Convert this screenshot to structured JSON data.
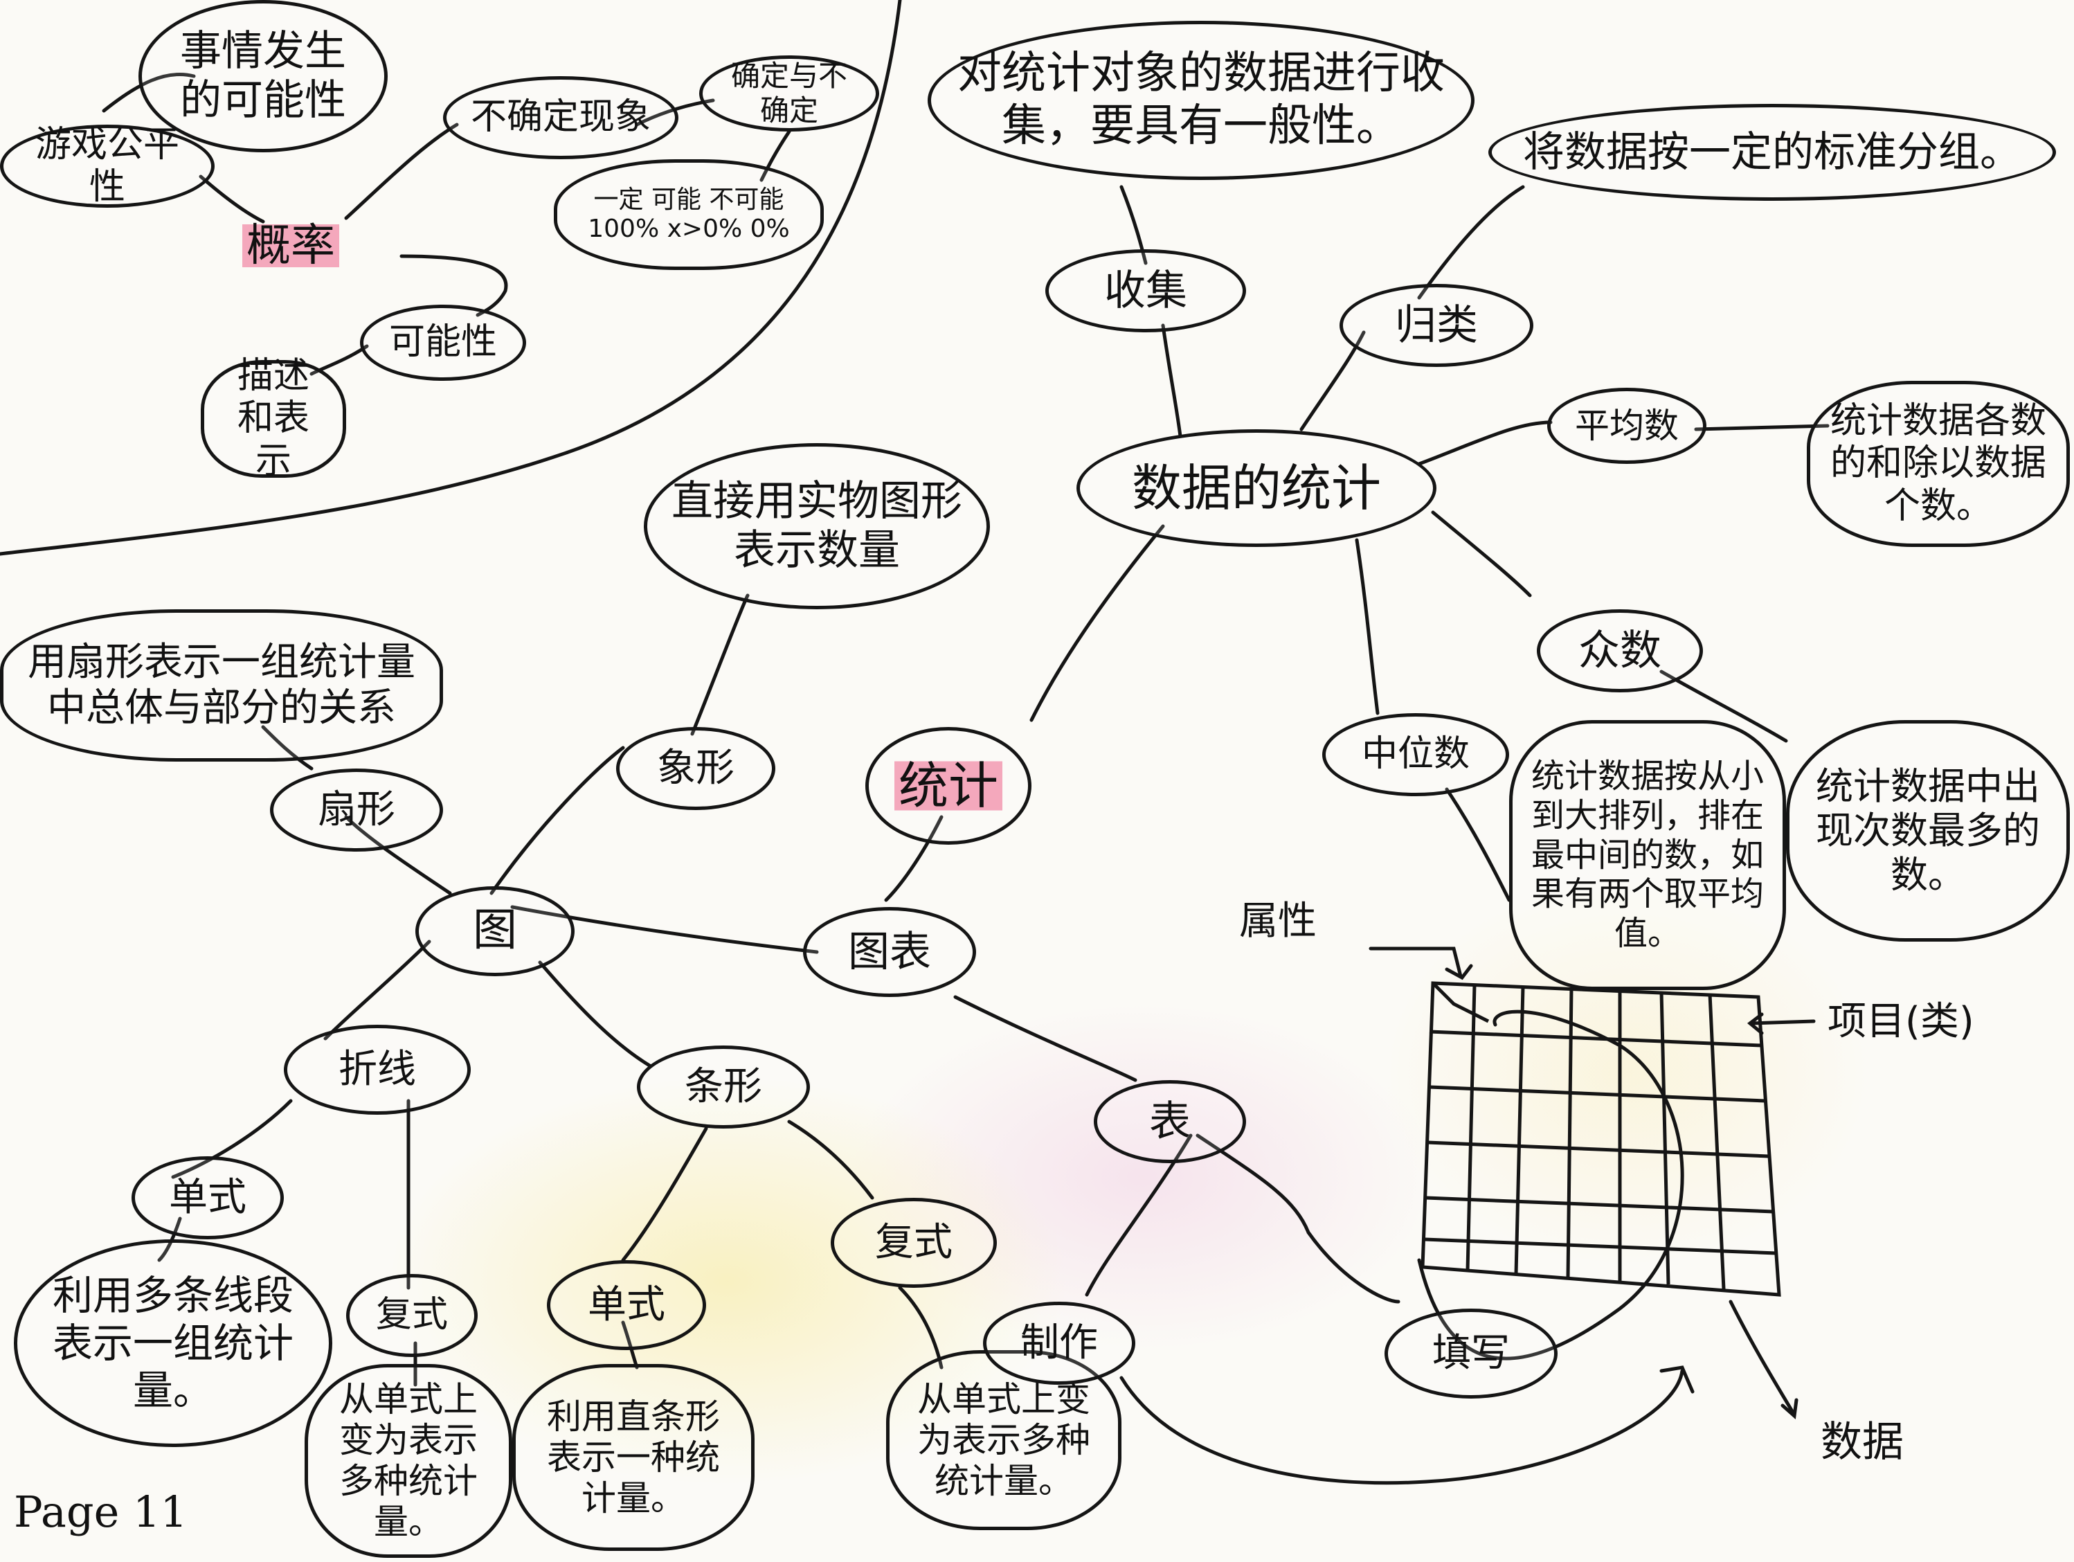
{
  "colors": {
    "ink": "#151515",
    "highlight": "#ee648c",
    "paper": "#fbfaf6"
  },
  "probability": {
    "title": "概率",
    "fairness": "游戏公平性",
    "event_possibility": "事情发生的可能性",
    "uncertain": "不确定现象",
    "certain_uncertain": "确定与不确定",
    "levels": "一定 可能 不可能 100% x>0% 0%",
    "possibility": "可能性",
    "describe": "描述和表示"
  },
  "statistics": {
    "title": "统计",
    "data_stats": "数据的统计",
    "collect": "收集",
    "collect_desc": "对统计对象的数据进行收集，要具有一般性。",
    "classify": "归类",
    "classify_desc": "将数据按一定的标准分组。",
    "mean": "平均数",
    "mean_desc": "统计数据各数的和除以数据个数。",
    "mode": "众数",
    "mode_desc": "统计数据中出现次数最多的数。",
    "median": "中位数",
    "median_desc": "统计数据按从小到大排列，排在最中间的数，如果有两个取平均值。"
  },
  "charts": {
    "charts_tables": "图表",
    "graph": "图",
    "pictograph": "象形",
    "pictograph_desc": "直接用实物图形表示数量",
    "pie": "扇形",
    "pie_desc": "用扇形表示一组统计量中总体与部分的关系",
    "line": "折线",
    "line_single": "单式",
    "line_single_desc": "利用多条线段表示一组统计量。",
    "line_double": "复式",
    "line_double_desc": "从单式上变为表示多种统计量。",
    "bar": "条形",
    "bar_single": "单式",
    "bar_single_desc": "利用直条形表示一种统计量。",
    "bar_double": "复式",
    "bar_double_desc": "从单式上变为表示多种统计量。"
  },
  "table": {
    "title": "表",
    "make": "制作",
    "fill": "填写",
    "attribute": "属性",
    "item": "项目(类)",
    "data": "数据"
  },
  "page_label": "Page 11"
}
